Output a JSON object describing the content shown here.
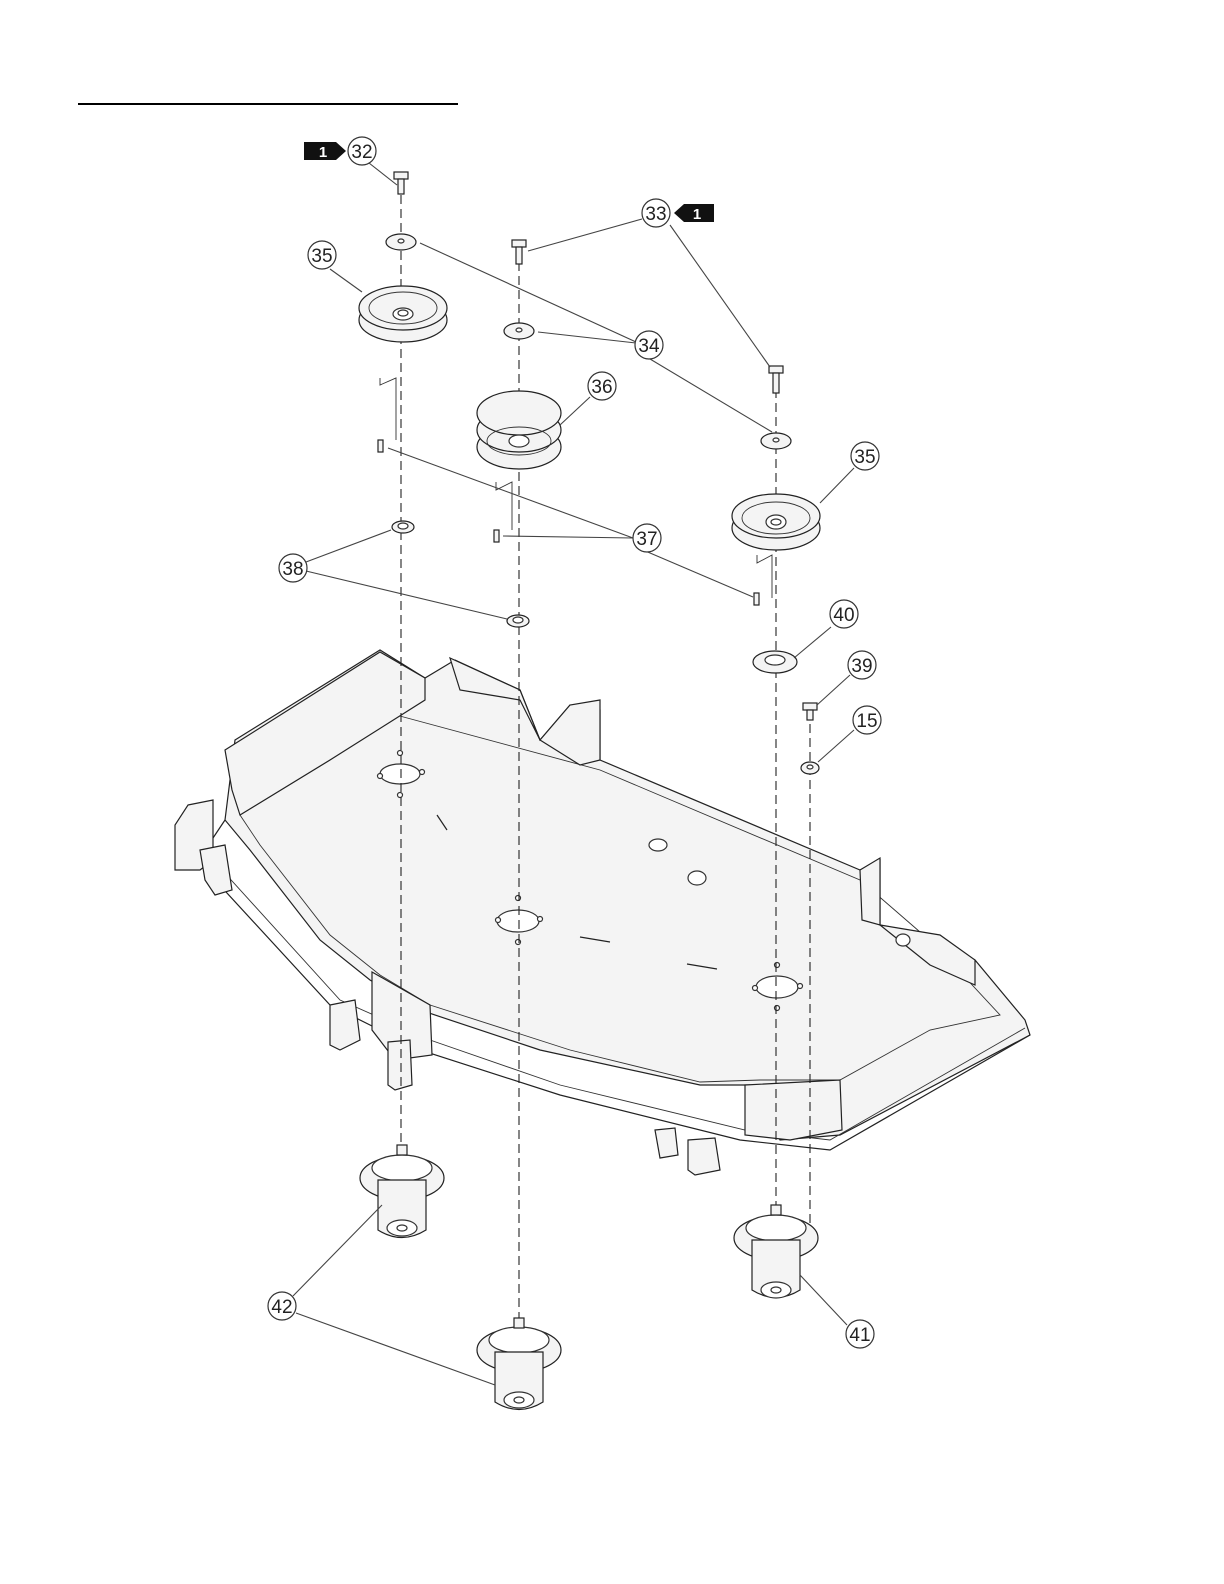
{
  "callouts": [
    {
      "id": "c32",
      "label": "32"
    },
    {
      "id": "c33",
      "label": "33"
    },
    {
      "id": "c34",
      "label": "34"
    },
    {
      "id": "c35a",
      "label": "35"
    },
    {
      "id": "c35b",
      "label": "35"
    },
    {
      "id": "c36",
      "label": "36"
    },
    {
      "id": "c37",
      "label": "37"
    },
    {
      "id": "c38",
      "label": "38"
    },
    {
      "id": "c39",
      "label": "39"
    },
    {
      "id": "c40",
      "label": "40"
    },
    {
      "id": "c15",
      "label": "15"
    },
    {
      "id": "c41",
      "label": "41"
    },
    {
      "id": "c42",
      "label": "42"
    }
  ],
  "flags": [
    {
      "id": "f1",
      "label": "1"
    },
    {
      "id": "f2",
      "label": "1"
    }
  ]
}
